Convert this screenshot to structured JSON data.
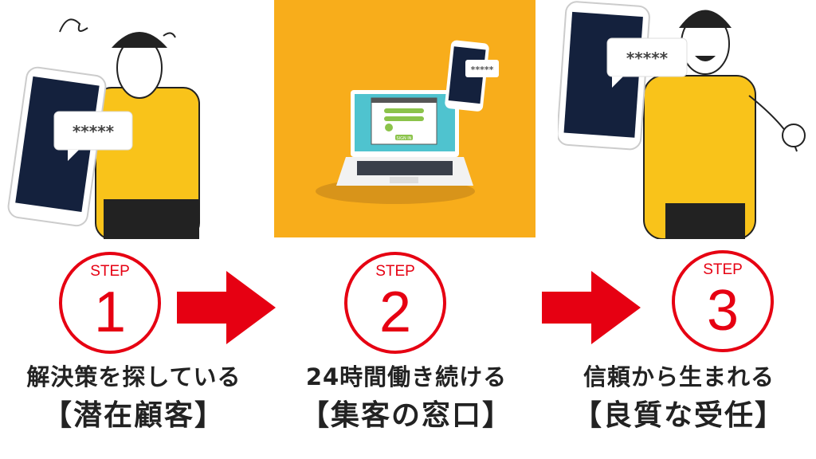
{
  "steps": [
    {
      "label": "STEP",
      "number": "1",
      "line1": "解決策を探している",
      "line2": "【潜在顧客】"
    },
    {
      "label": "STEP",
      "number": "2",
      "line1": "24時間働き続ける",
      "line2": "【集客の窓口】"
    },
    {
      "label": "STEP",
      "number": "3",
      "line1": "信頼から生まれる",
      "line2": "【良質な受任】"
    }
  ],
  "illustration": {
    "password_mask": "*****",
    "sign_in_label": "SIGN IN"
  },
  "colors": {
    "accent": "#e60012",
    "panel": "#f8ad1b",
    "shirt": "#f9c31a",
    "phone": "#14213d"
  }
}
